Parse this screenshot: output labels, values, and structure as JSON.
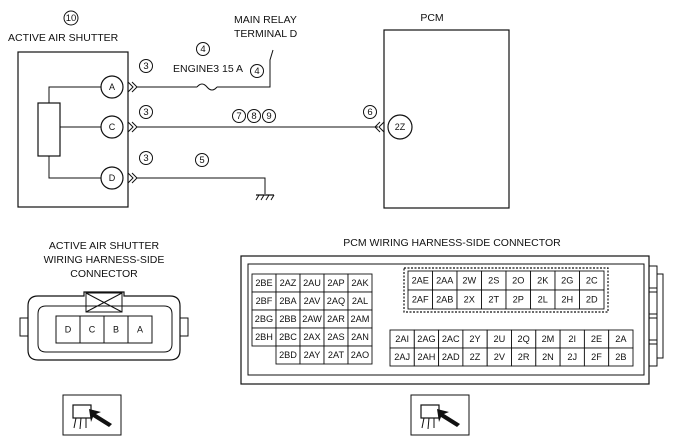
{
  "labels": {
    "component_no": "10",
    "active_air_shutter": "ACTIVE AIR SHUTTER",
    "main_relay_1": "MAIN RELAY",
    "main_relay_2": "TERMINAL D",
    "pcm": "PCM",
    "fuse": "ENGINE3 15 A",
    "connector_title_1": "ACTIVE AIR SHUTTER",
    "connector_title_2": "WIRING HARNESS-SIDE",
    "connector_title_3": "CONNECTOR",
    "pcm_connector_title": "PCM WIRING HARNESS-SIDE CONNECTOR"
  },
  "terminals": {
    "a": "A",
    "c": "C",
    "d": "D",
    "pcm": "2Z"
  },
  "circle_numbers": {
    "a_wire": "3",
    "c_wire": "3",
    "d_wire": "3",
    "fuse_left": "4",
    "fuse_right": "4",
    "wire_7": "7",
    "wire_8": "8",
    "wire_9": "9",
    "pcm_side": "6",
    "ground": "5"
  },
  "shutter_connector_pins": [
    "D",
    "C",
    "B",
    "A"
  ],
  "pcm_connector": {
    "left_block": [
      [
        "2BE",
        "2AZ",
        "2AU",
        "2AP",
        "2AK"
      ],
      [
        "2BF",
        "2BA",
        "2AV",
        "2AQ",
        "2AL"
      ],
      [
        "2BG",
        "2BB",
        "2AW",
        "2AR",
        "2AM"
      ],
      [
        "2BH",
        "2BC",
        "2AX",
        "2AS",
        "2AN"
      ],
      [
        "",
        "2BD",
        "2AY",
        "2AT",
        "2AO"
      ]
    ],
    "right_top": [
      [
        "2AE",
        "2AA",
        "2W",
        "2S",
        "2O",
        "2K",
        "2G",
        "2C"
      ],
      [
        "2AF",
        "2AB",
        "2X",
        "2T",
        "2P",
        "2L",
        "2H",
        "2D"
      ]
    ],
    "right_bottom": [
      [
        "2AI",
        "2AG",
        "2AC",
        "2Y",
        "2U",
        "2Q",
        "2M",
        "2I",
        "2E",
        "2A"
      ],
      [
        "2AJ",
        "2AH",
        "2AD",
        "2Z",
        "2V",
        "2R",
        "2N",
        "2J",
        "2F",
        "2B"
      ]
    ]
  }
}
